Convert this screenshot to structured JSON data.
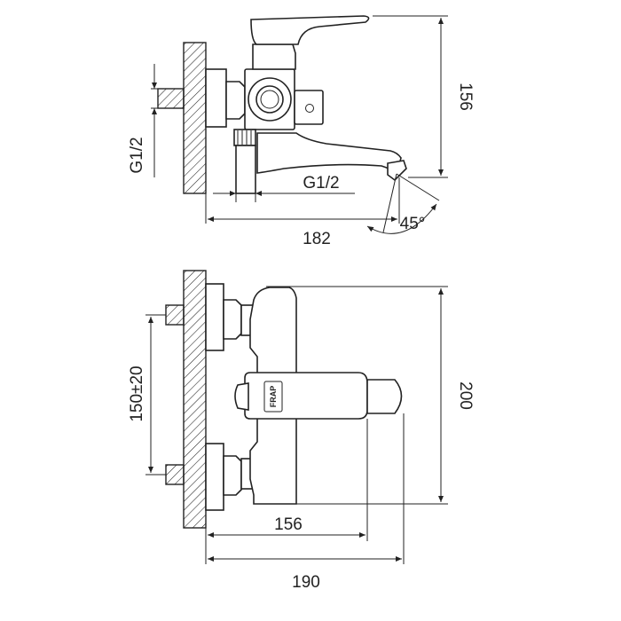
{
  "top_view": {
    "dim_height": "156",
    "dim_thread_left": "G1/2",
    "dim_thread_outlet": "G1/2",
    "dim_angle": "45°",
    "dim_length": "182"
  },
  "bottom_view": {
    "dim_center_distance": "150±20",
    "dim_height": "200",
    "dim_depth": "156",
    "dim_total_depth": "190",
    "logo_text": "FRAP"
  },
  "colors": {
    "line": "#222222",
    "background": "#ffffff"
  }
}
